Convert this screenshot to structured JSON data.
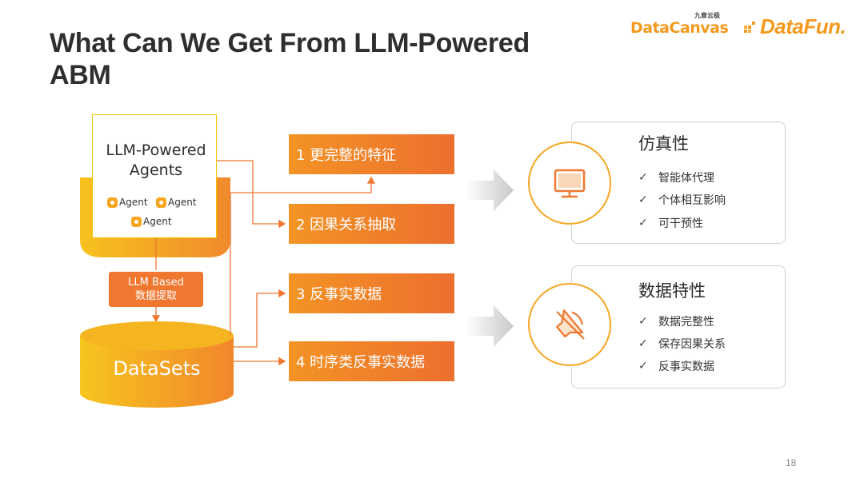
{
  "title": "What Can We Get From LLM-Powered ABM",
  "logos": {
    "datacanvas": "DataCanvas",
    "datacanvas_sup": "九章云极",
    "datafun": "DataFun."
  },
  "agents_box": {
    "title_line1": "LLM-Powered",
    "title_line2": "Agents",
    "agents": [
      "Agent",
      "Agent",
      "Agent"
    ]
  },
  "llm_tag": {
    "line1": "LLM Based",
    "line2": "数据提取"
  },
  "datasets": "DataSets",
  "features": [
    "1 更完整的特征",
    "2 因果关系抽取",
    "3 反事实数据",
    "4 时序类反事实数据"
  ],
  "cards": [
    {
      "title": "仿真性",
      "icon": "monitor-icon",
      "items": [
        "智能体代理",
        "个体相互影响",
        "可干预性"
      ]
    },
    {
      "title": "数据特性",
      "icon": "speaker-muted-icon",
      "items": [
        "数据完整性",
        "保存因果关系",
        "反事实数据"
      ]
    }
  ],
  "check_mark": "✓",
  "page_number": "18",
  "colors": {
    "accent_orange": "#f0772f",
    "accent_yellow": "#f5c400",
    "title_text": "#2e2e2e"
  }
}
